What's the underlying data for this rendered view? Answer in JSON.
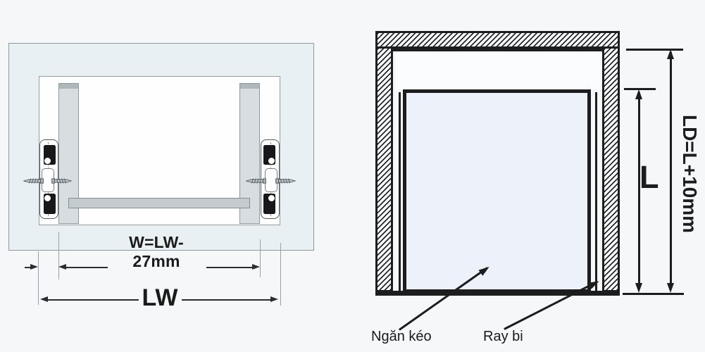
{
  "left_diagram": {
    "w_formula": "W=LW-27mm",
    "lw_label": "LW"
  },
  "right_diagram": {
    "l_label": "L",
    "ld_formula": "LD=L+10mm",
    "drawer_label": "Ngăn kéo",
    "rail_label": "Ray bi"
  },
  "icons": {
    "screw": "screw-icon",
    "slide": "ball-bearing-slide-icon"
  },
  "colors": {
    "background": "#f6f7f8",
    "diagram_line_black": "#1d1d1d",
    "dimension_line_gray": "#2c2c2c",
    "cabinet_fill": "#e9f0f3",
    "cabinet_border": "#8e999e",
    "drawer_panel_fill": "#d7dde0",
    "drawer_bottom_fill": "#c4cbce",
    "drawer_side_view_fill": "#edf1f9",
    "slide_block_black": "#161819"
  }
}
